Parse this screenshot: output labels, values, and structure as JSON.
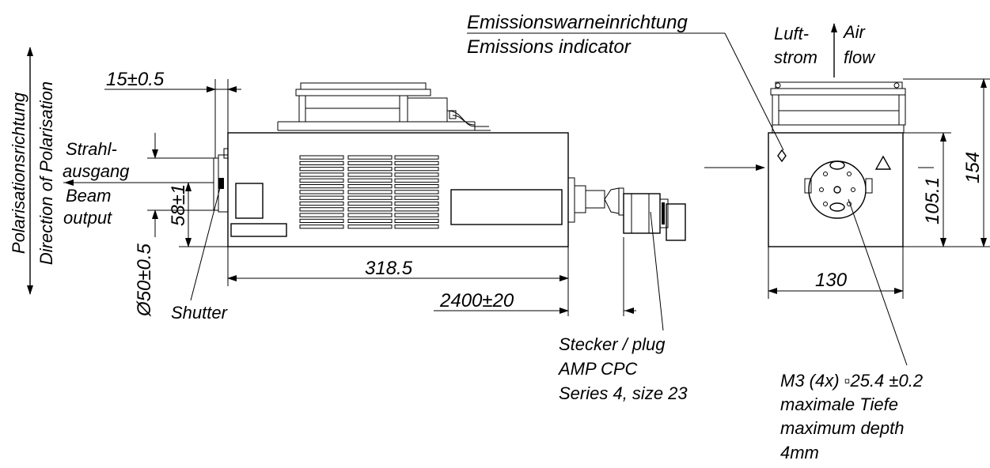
{
  "drawing": {
    "emission_label": {
      "de": "Emissionswarneinrichtung",
      "en": "Emissions indicator"
    },
    "airflow_label": {
      "de_line1": "Luft-",
      "de_line2": "strom",
      "en_line1": "Air",
      "en_line2": "flow"
    },
    "polarisation_label": {
      "de": "Polarisationsrichtung",
      "en": "Direction of Polarisation"
    },
    "beam_label": {
      "de_line1": "Strahl-",
      "de_line2": "ausgang",
      "en_line1": "Beam",
      "en_line2": "output"
    },
    "shutter_label": "Shutter",
    "dimensions": {
      "flange": "15±0.5",
      "beam_height": "58±1",
      "aperture": "Ø50±0.5",
      "length": "318.5",
      "cable": "2400±20",
      "width": "130",
      "height_body": "105.1",
      "height_total": "154"
    },
    "plug_label": {
      "line1": "Stecker / plug",
      "line2": "AMP CPC",
      "line3": "Series 4, size 23"
    },
    "mount_label": {
      "line1": "M3 (4x) ▫25.4 ±0.2",
      "line2": "maximale Tiefe",
      "line3": "maximum depth",
      "line4": "4mm"
    }
  }
}
